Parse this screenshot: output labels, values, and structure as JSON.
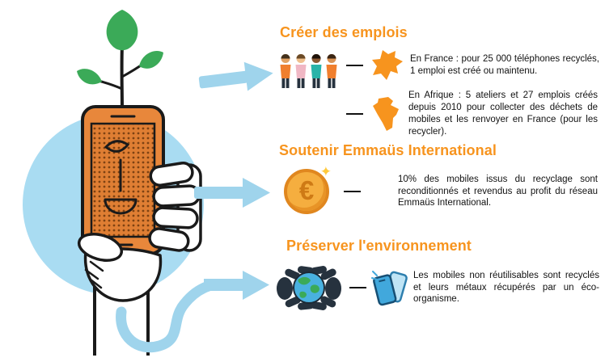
{
  "sections": {
    "jobs": {
      "title": "Créer des emplois",
      "items": [
        {
          "icon": "france-map-icon",
          "text": "En France : pour 25 000 téléphones recyclés, 1 emploi est créé ou maintenu."
        },
        {
          "icon": "africa-map-icon",
          "text": "En Afrique : 5 ateliers et 27 emplois créés depuis 2010 pour collecter des déchets de mobiles et les renvoyer en France (pour les recycler)."
        }
      ]
    },
    "emmaus": {
      "title": "Soutenir Emmaüs International",
      "euro_symbol": "€",
      "sparkle": "✦",
      "text": "10% des mobiles issus du recyclage sont reconditionnés et revendus au profit du réseau Emmaüs International."
    },
    "environment": {
      "title": "Préserver l'environnement",
      "text": "Les mobiles non réutilisables sont recyclés et leurs métaux récupérés par un éco-organisme."
    }
  },
  "icons": {
    "people": "people-group-icon",
    "france": "france-map-icon",
    "africa": "africa-map-icon",
    "euro": "euro-coin-icon",
    "earth_hands": "hands-holding-earth-icon",
    "phones": "recycled-phones-icon",
    "illustration": "hand-holding-phone-with-plant-illustration"
  },
  "colors": {
    "accent_orange": "#F7941E",
    "arrow_blue": "#9FD4EC",
    "circle_blue": "#A9DCF2",
    "phone_orange": "#E8873B",
    "leaf_green": "#3BAA58",
    "coin_orange": "#F5AE3F",
    "teal": "#29B3A9",
    "body_text": "#111111"
  }
}
